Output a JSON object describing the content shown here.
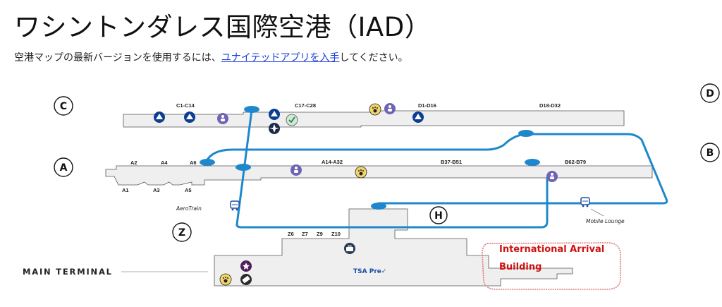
{
  "page": {
    "title": "ワシントンダレス国際空港（IAD）",
    "subtitle_prefix": "空港マップの最新バージョンを使用するには、",
    "subtitle_link": "ユナイテッドアプリを入手",
    "subtitle_suffix": "してください。"
  },
  "map": {
    "concourses": {
      "c": "C",
      "d": "D",
      "a": "A",
      "b": "B",
      "z": "Z",
      "h": "H"
    },
    "gate_ranges": {
      "c1": "C1-C14",
      "c17": "C17-C28",
      "d1": "D1-D16",
      "d18": "D18-D32",
      "a14": "A14-A32",
      "b37": "B37-B51",
      "b62": "B62-B79",
      "a2": "A2",
      "a4": "A4",
      "a6": "A6",
      "a1": "A1",
      "a3": "A3",
      "a5": "A5",
      "z6": "Z6",
      "z7": "Z7",
      "z9": "Z9",
      "z10": "Z10"
    },
    "transit": {
      "aerotrain": "AeroTrain",
      "mobile_lounge": "Mobile Lounge"
    },
    "terminal": {
      "main": "MAIN TERMINAL",
      "tsa": "TSA Pre✓"
    },
    "annotation": {
      "line1": "International Arrival",
      "line2": "Building"
    },
    "colors": {
      "route": "#1f88cc",
      "concourse_fill": "#efefef",
      "concourse_stroke": "#555555",
      "united_blue": "#0b3d91",
      "annotation_red": "#d01111"
    }
  }
}
